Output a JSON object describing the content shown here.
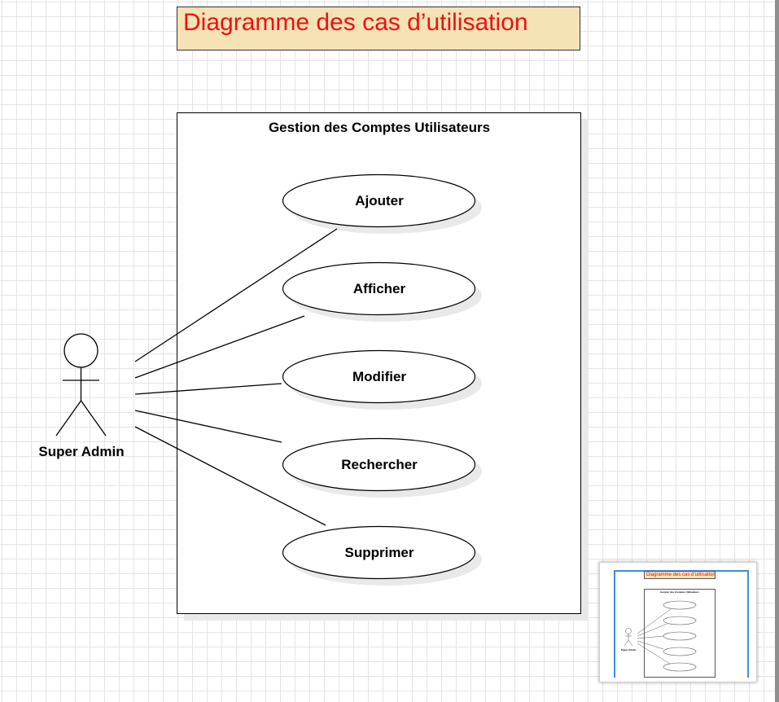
{
  "diagram": {
    "title": "Diagramme des cas d’utilisation",
    "system_name": "Gestion des Comptes Utilisateurs",
    "actor": "Super Admin",
    "use_cases": [
      "Ajouter",
      "Afficher",
      "Modifier",
      "Rechercher",
      "Supprimer"
    ]
  },
  "minimap": {
    "title": "Diagramme des cas d’utilisation",
    "system_name": "Gestion des Comptes Utilisateurs",
    "actor": "Super Admin"
  },
  "colors": {
    "title_fill": "#f5e3b5",
    "title_text": "#ee1111",
    "grid": "#e4e4e4",
    "minimap_frame": "#3d8fe0"
  }
}
